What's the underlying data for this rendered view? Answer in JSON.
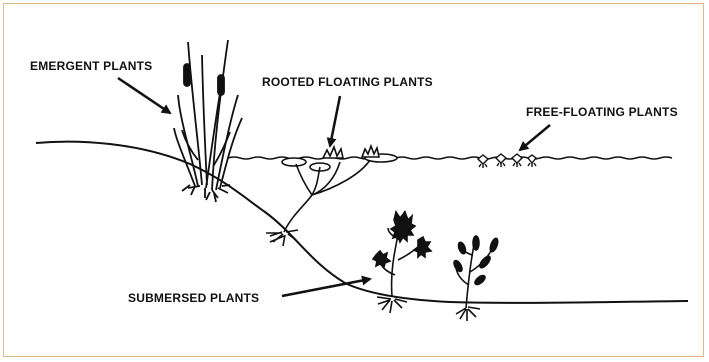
{
  "labels": {
    "emergent": "EMERGENT PLANTS",
    "rooted_floating": "ROOTED FLOATING PLANTS",
    "free_floating": "FREE-FLOATING PLANTS",
    "submersed": "SUBMERSED PLANTS"
  },
  "colors": {
    "ink": "#111111",
    "frame_border": "#e0b98a",
    "background": "#ffffff"
  }
}
